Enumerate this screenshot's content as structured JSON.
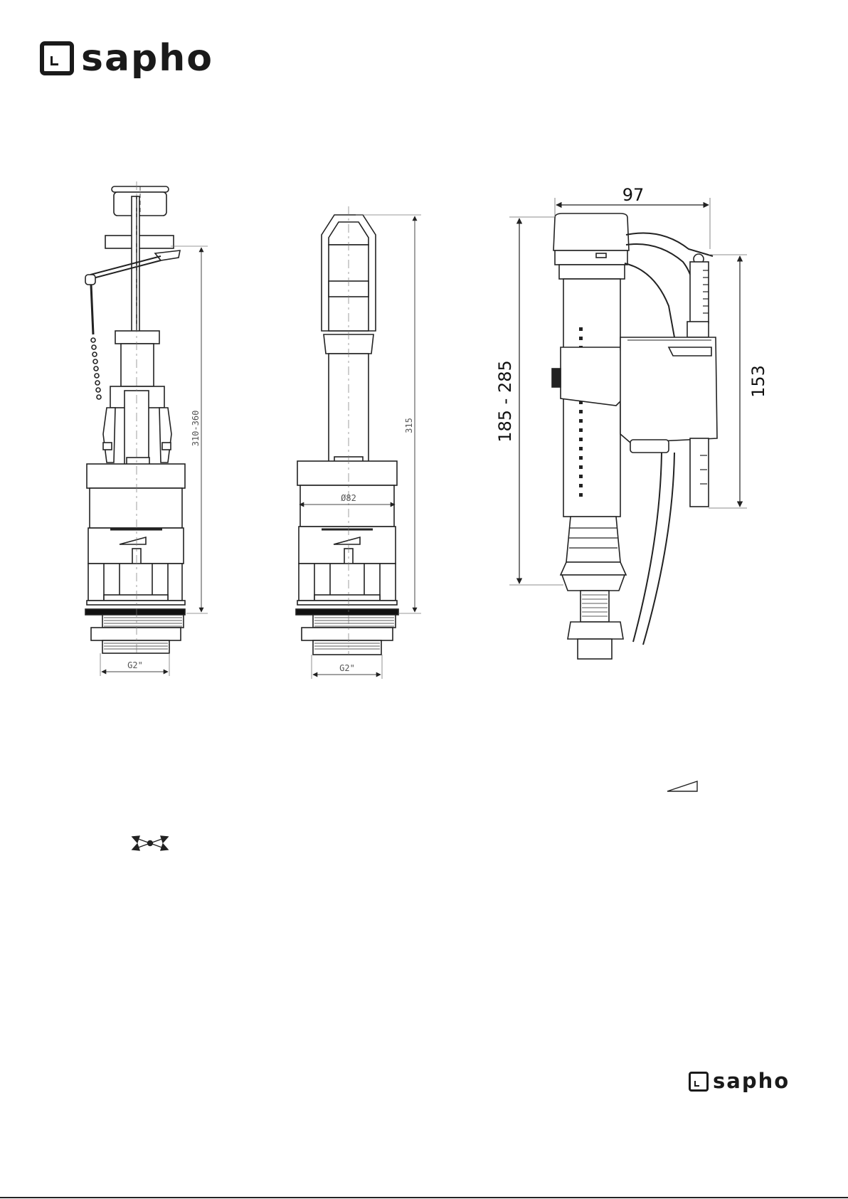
{
  "brand": {
    "name": "sapho"
  },
  "dimensions": {
    "valve_height": "310-360",
    "valve_thread": "G2\"",
    "flush_height": "315",
    "flush_diameter": "Ø82",
    "flush_thread": "G2\"",
    "fill_width": "97",
    "fill_height_range": "185 - 285",
    "fill_float_height": "153"
  },
  "icons": {
    "wedge": "wedge-icon",
    "compress": "compress-arrows-icon"
  }
}
